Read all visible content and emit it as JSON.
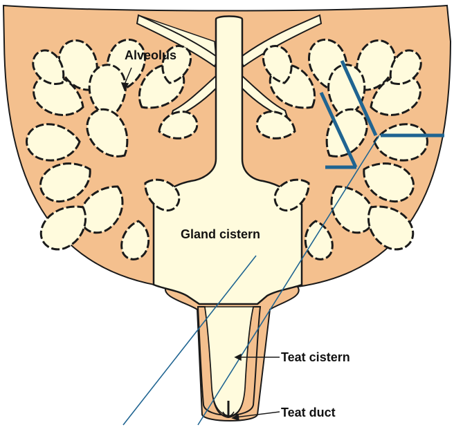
{
  "labels": {
    "alveolus": "Alveolus",
    "gland_cistern": "Gland cistern",
    "teat_cistern": "Teat cistern",
    "teat_duct": "Teat duct"
  },
  "colors": {
    "udder_tissue": "#F4C08E",
    "lumen": "#FFFBDD",
    "outline": "#1A1A1A",
    "annotation_line": "#1F6491",
    "epithelium_dash": "#6E5FC9"
  }
}
